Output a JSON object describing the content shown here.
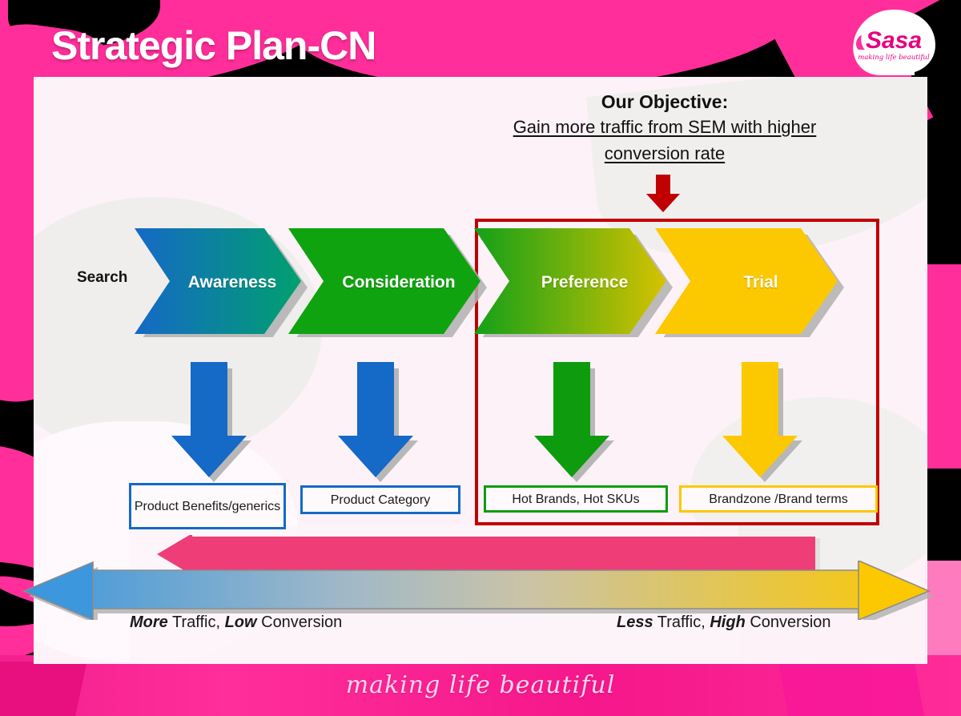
{
  "slide": {
    "title": "Strategic Plan-CN",
    "tagline": "making life beautiful"
  },
  "logo": {
    "wordmark": "Sasa",
    "sub": "making life beautiful"
  },
  "objective": {
    "heading": "Our Objective:",
    "line1": "Gain more traffic from SEM with higher",
    "line2": "conversion rate",
    "arrow_color": "#C00000"
  },
  "funnel": {
    "search_label": "Search",
    "stages": [
      {
        "label": "Awareness",
        "color_start": "#1569C7",
        "color_end": "#00A06E",
        "in_highlight": false
      },
      {
        "label": "Consideration",
        "color_start": "#10A310",
        "color_end": "#10A310",
        "in_highlight": false
      },
      {
        "label": "Preference",
        "color_start": "#12A018",
        "color_end": "#D6C200",
        "in_highlight": true
      },
      {
        "label": "Trial",
        "color_start": "#FCC800",
        "color_end": "#FCC800",
        "in_highlight": true
      }
    ],
    "keyword_arrows": [
      {
        "color": "#1569C7"
      },
      {
        "color": "#1569C7"
      },
      {
        "color": "#0E9B0E"
      },
      {
        "color": "#FCC800"
      }
    ],
    "keyword_boxes": [
      {
        "text": "Product Benefits/generics",
        "border": "#1569C7"
      },
      {
        "text": "Product Category",
        "border": "#1569C7"
      },
      {
        "text": "Hot Brands, Hot SKUs",
        "border": "#0E9B0E"
      },
      {
        "text": "Brandzone /Brand terms",
        "border": "#FCC800"
      }
    ],
    "highlight_border": "#C00000"
  },
  "bottom": {
    "pink_arrow_color": "#EE3D77",
    "gradient_arrow": {
      "left_color": "#3C97DC",
      "right_color": "#FCC800"
    },
    "left_caption": {
      "em1": "More",
      "mid": " Traffic, ",
      "em2": "Low",
      "end": " Conversion"
    },
    "right_caption": {
      "em1": "Less",
      "mid": " Traffic, ",
      "em2": "High",
      "end": " Conversion"
    }
  },
  "colors": {
    "background": "#000000",
    "brand_pink": "#FF2E9A",
    "panel": "#FDF2F7"
  }
}
